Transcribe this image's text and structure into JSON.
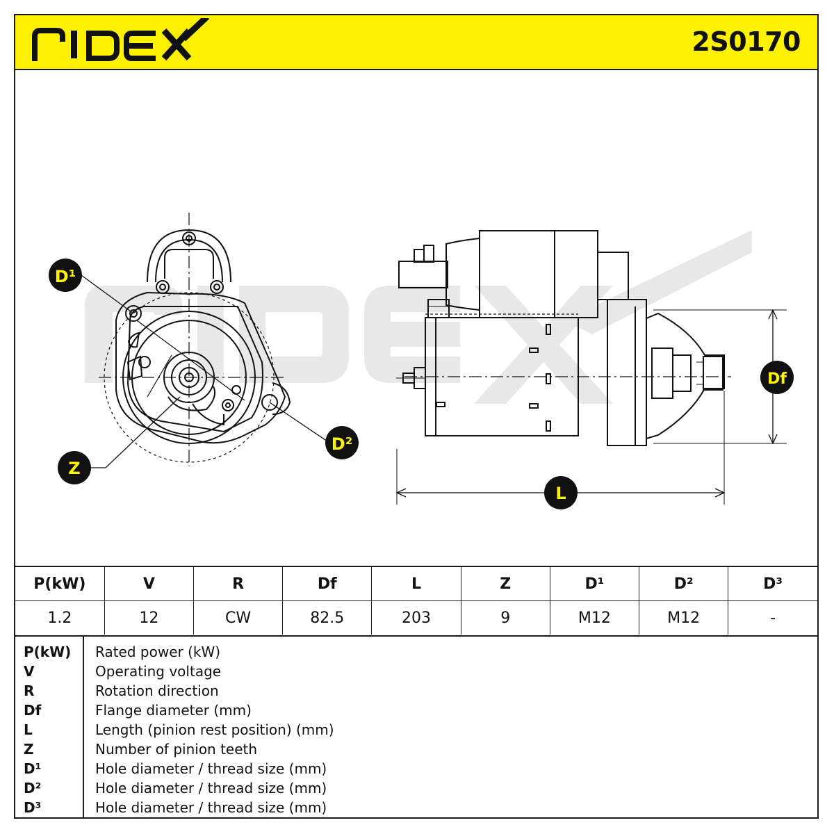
{
  "header": {
    "brand": "RIDEX",
    "part_number": "2S0170"
  },
  "drawing": {
    "callouts": {
      "d1": "D¹",
      "d2": "D²",
      "z": "Z",
      "df": "Df",
      "l": "L"
    },
    "watermark": "RIDEX"
  },
  "specs": {
    "headers": [
      "P(kW)",
      "V",
      "R",
      "Df",
      "L",
      "Z",
      "D¹",
      "D²",
      "D³"
    ],
    "values": [
      "1.2",
      "12",
      "CW",
      "82.5",
      "203",
      "9",
      "M12",
      "M12",
      "-"
    ]
  },
  "legend": [
    {
      "key": "P(kW)",
      "text": "Rated power (kW)"
    },
    {
      "key": "V",
      "text": "Operating voltage"
    },
    {
      "key": "R",
      "text": "Rotation direction"
    },
    {
      "key": "Df",
      "text": "Flange diameter (mm)"
    },
    {
      "key": "L",
      "text": "Length (pinion rest position) (mm)"
    },
    {
      "key": "Z",
      "text": "Number of pinion teeth"
    },
    {
      "key": "D¹",
      "text": "Hole diameter / thread size (mm)"
    },
    {
      "key": "D²",
      "text": "Hole diameter / thread size (mm)"
    },
    {
      "key": "D³",
      "text": "Hole diameter / thread size (mm)"
    }
  ],
  "colors": {
    "brand_yellow": "#fff200",
    "ink": "#111111",
    "watermark": "#e6e6e6"
  }
}
